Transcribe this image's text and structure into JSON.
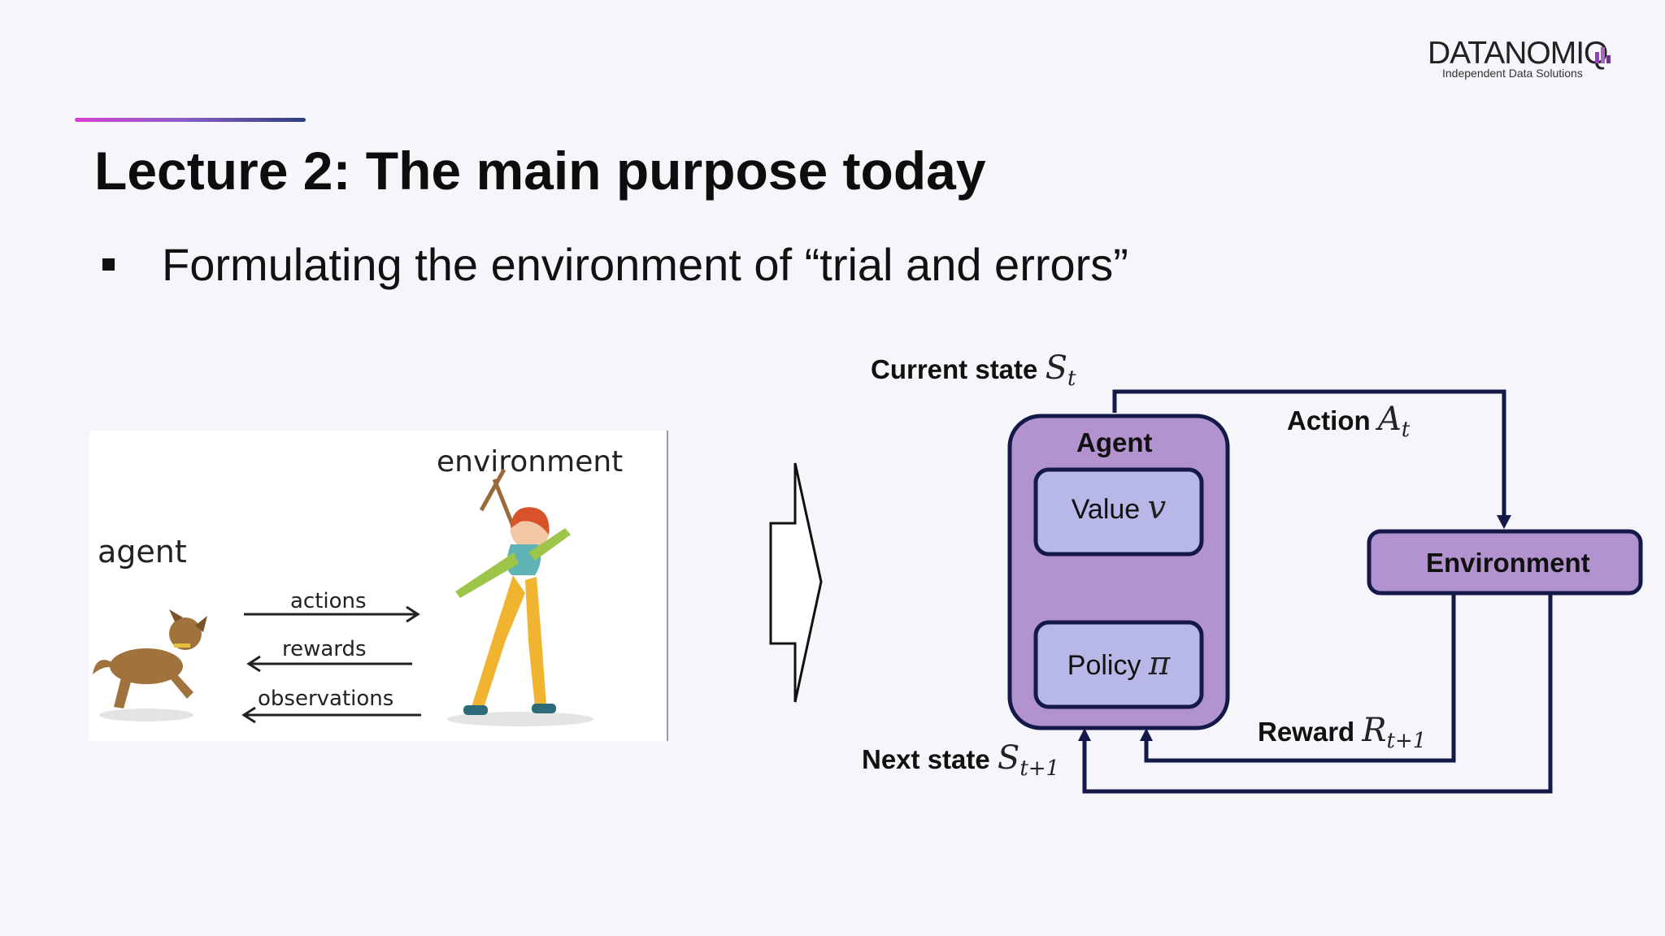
{
  "logo": {
    "name": "DATANOMIQ",
    "tagline": "Independent Data Solutions"
  },
  "slide": {
    "title": "Lecture 2: The main purpose today",
    "bullet": "Formulating the environment of “trial and errors”"
  },
  "illustration": {
    "agent_label": "agent",
    "environment_label": "environment",
    "arrows": [
      "actions",
      "rewards",
      "observations"
    ]
  },
  "diagram": {
    "current_state": "Current state",
    "current_state_sym": "S",
    "current_state_sub": "t",
    "action": "Action",
    "action_sym": "A",
    "action_sub": "t",
    "agent": "Agent",
    "value": "Value",
    "value_sym": "v",
    "policy": "Policy",
    "policy_sym": "π",
    "environment": "Environment",
    "reward": "Reward",
    "reward_sym": "R",
    "reward_sub": "t+1",
    "next_state": "Next state",
    "next_state_sym": "S",
    "next_state_sub": "t+1"
  },
  "colors": {
    "agent_box": "#b393cf",
    "inner_box": "#b8b8e8",
    "environment_box": "#b393cf",
    "outline": "#14194a",
    "accent_start": "#d63fd0",
    "accent_end": "#2e3f80"
  }
}
